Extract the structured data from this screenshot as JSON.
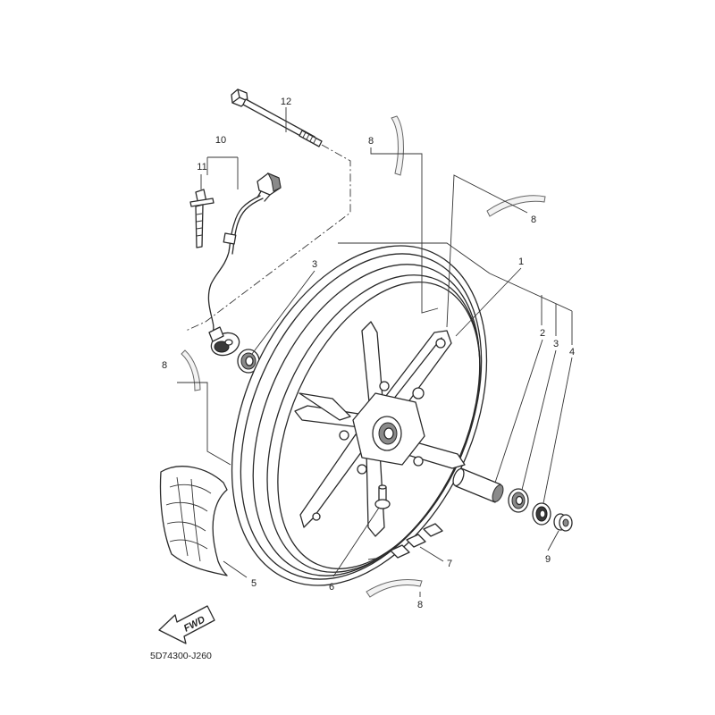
{
  "diagram": {
    "code": "5D74300-J260",
    "fwd_label": "FWD"
  },
  "callouts": [
    {
      "label": "12"
    },
    {
      "label": "10"
    },
    {
      "label": "11"
    },
    {
      "label": "8"
    },
    {
      "label": "8"
    },
    {
      "label": "3"
    },
    {
      "label": "1"
    },
    {
      "label": "2"
    },
    {
      "label": "3"
    },
    {
      "label": "4"
    },
    {
      "label": "8"
    },
    {
      "label": "5"
    },
    {
      "label": "6"
    },
    {
      "label": "7"
    },
    {
      "label": "9"
    },
    {
      "label": "8"
    }
  ]
}
